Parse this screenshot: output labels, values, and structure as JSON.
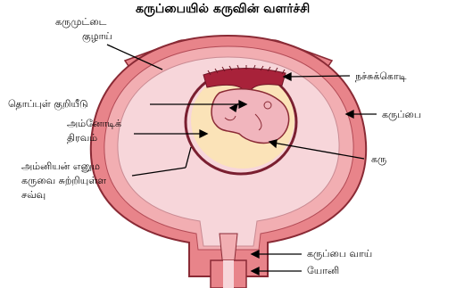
{
  "title": "கருப்பையில் கருவின் வளர்ச்சி",
  "labels": {
    "fallopian_line1": "கருமுட்டை",
    "fallopian_line2": "குழாய்",
    "placenta": "நச்சுக்கொடி",
    "umbilical": "தொப்புள் குறியீடு",
    "amniotic_line1": "அம்னோடிக்",
    "amniotic_line2": "திரவம்",
    "uterus": "கருப்பை",
    "embryo": "கரு",
    "amnion_line1": "அம்னியன் எனும",
    "amnion_line2": "கருவை சுற்றியுள்ள",
    "amnion_line3": "சவ்வு",
    "cervix": "கருப்பை வாய்",
    "vagina": "யோனி"
  },
  "colors": {
    "uterus_outer": "#e8848a",
    "uterus_inner": "#f2aeb2",
    "cavity": "#f7d6da",
    "amniotic": "#fbe3b8",
    "placenta": "#a8223a",
    "embryo": "#f1b5bd",
    "outline": "#8a2a35"
  }
}
